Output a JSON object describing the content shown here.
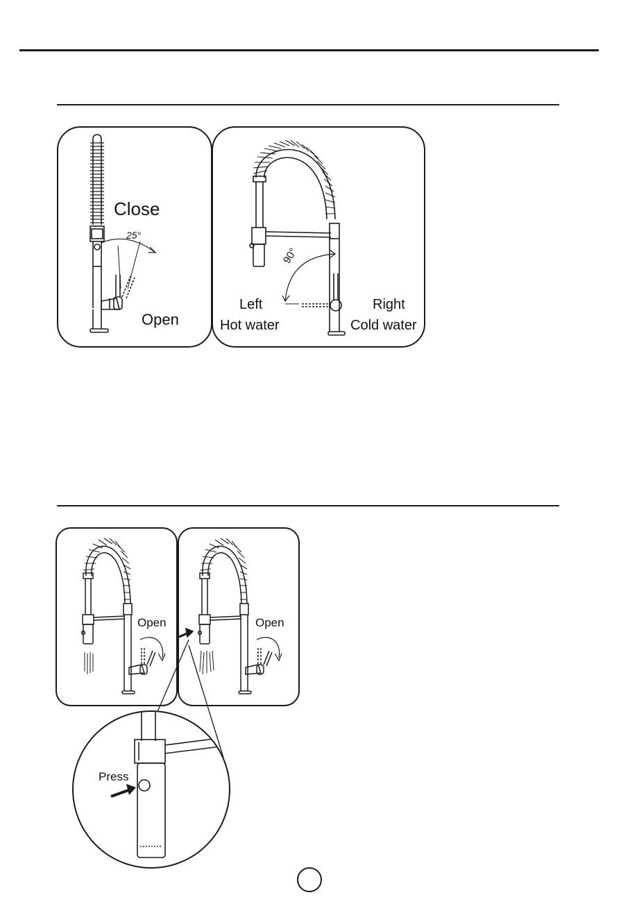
{
  "figure1": {
    "close_label": "Close",
    "open_label": "Open",
    "angle_small": "25°",
    "angle_large": "90°",
    "left_label": "Left",
    "hot_label": "Hot water",
    "right_label": "Right",
    "cold_label": "Cold water"
  },
  "figure2": {
    "open_label_left": "Open",
    "open_label_right": "Open",
    "press_label": "Press"
  }
}
